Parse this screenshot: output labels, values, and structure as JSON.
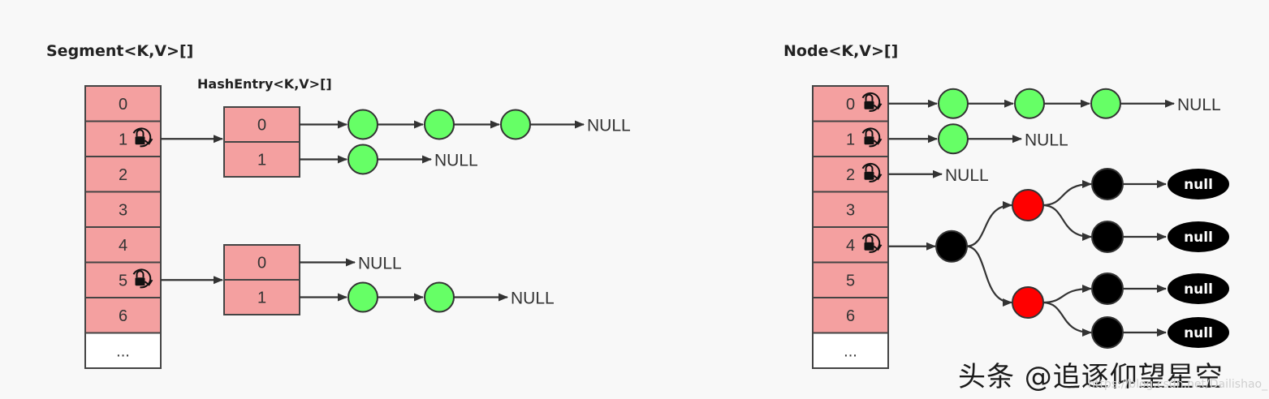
{
  "left": {
    "title": "Segment<K,V>[]",
    "subtitle": "HashEntry<K,V>[]",
    "segments": [
      "0",
      "1",
      "2",
      "3",
      "4",
      "5",
      "6",
      "..."
    ],
    "locked_segments": [
      1,
      5
    ],
    "entry_tables": [
      {
        "from_segment": 1,
        "rows": [
          "0",
          "1"
        ],
        "chains": [
          3,
          1
        ]
      },
      {
        "from_segment": 5,
        "rows": [
          "0",
          "1"
        ],
        "chains": [
          0,
          2
        ]
      }
    ],
    "null_label": "NULL"
  },
  "right": {
    "title": "Node<K,V>[]",
    "nodes": [
      "0",
      "1",
      "2",
      "3",
      "4",
      "5",
      "6",
      "..."
    ],
    "locked_nodes": [
      0,
      1,
      2,
      4
    ],
    "chains": [
      {
        "index": 0,
        "length": 3
      },
      {
        "index": 1,
        "length": 1
      },
      {
        "index": 2,
        "length": 0
      }
    ],
    "tree_index": 4,
    "null_label": "NULL",
    "tree_null_label": "null"
  },
  "colors": {
    "cell_fill": "#f4a0a0",
    "cell_border": "#444444",
    "empty_cell_fill": "#ffffff",
    "list_node": "#66ff66",
    "tree_black": "#000000",
    "tree_red": "#ff0000",
    "arrow": "#333333",
    "background": "#f8f8f8"
  },
  "watermark": "头条 @追逐仰望星空",
  "watermark_faint": "https://blog.csdn.net/Dailishao_"
}
